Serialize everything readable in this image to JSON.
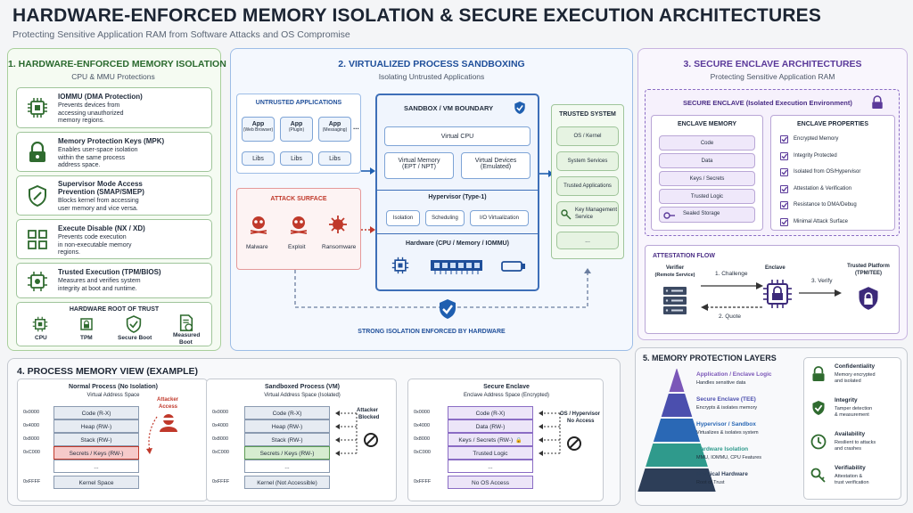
{
  "header": {
    "title": "HARDWARE-ENFORCED MEMORY ISOLATION & SECURE EXECUTION ARCHITECTURES",
    "subtitle": "Protecting Sensitive Application RAM from Software Attacks and OS Compromise"
  },
  "s1": {
    "title": "1. HARDWARE-ENFORCED MEMORY ISOLATION",
    "sub": "CPU & MMU Protections",
    "items": [
      {
        "title": "IOMMU (DMA Protection)",
        "desc": [
          "Prevents devices from",
          "accessing unauthorized",
          "memory regions."
        ]
      },
      {
        "title": "Memory Protection Keys (MPK)",
        "desc": [
          "Enables user-space isolation",
          "within the same process",
          "address space."
        ]
      },
      {
        "title": "Supervisor Mode Access",
        "title2": "Prevention (SMAP/SMEP)",
        "desc": [
          "Blocks kernel from accessing",
          "user memory and vice versa."
        ]
      },
      {
        "title": "Execute Disable (NX / XD)",
        "desc": [
          "Prevents code execution",
          "in non-executable memory",
          "regions."
        ]
      },
      {
        "title": "Trusted Execution (TPM/BIOS)",
        "desc": [
          "Measures and verifies system",
          "integrity at boot and runtime."
        ]
      }
    ],
    "rot": {
      "title": "HARDWARE ROOT OF TRUST",
      "items": [
        "CPU",
        "TPM",
        "Secure Boot",
        "Measured",
        "Boot"
      ]
    }
  },
  "s2": {
    "title": "2. VIRTUALIZED PROCESS SANDBOXING",
    "sub": "Isolating Untrusted Applications",
    "untrusted": {
      "title": "UNTRUSTED APPLICATIONS",
      "apps": [
        {
          "n": "App",
          "s": "(Web Browser)"
        },
        {
          "n": "App",
          "s": "(Plugin)"
        },
        {
          "n": "App",
          "s": "(Messaging)"
        }
      ],
      "libs": "Libs",
      "more": "..."
    },
    "attack": {
      "title": "ATTACK SURFACE",
      "items": [
        "Malware",
        "Exploit",
        "Ransomware"
      ]
    },
    "sandbox": {
      "title": "SANDBOX / VM BOUNDARY",
      "vcpu": "Virtual CPU",
      "vmem": [
        "Virtual Memory",
        "(EPT / NPT)"
      ],
      "vdev": [
        "Virtual Devices",
        "(Emulated)"
      ]
    },
    "hyper": {
      "title": "Hypervisor (Type-1)",
      "items": [
        "Isolation",
        "Scheduling",
        "I/O Virtualization"
      ]
    },
    "hw": {
      "title": "Hardware (CPU / Memory / IOMMU)"
    },
    "trusted": {
      "title": "TRUSTED SYSTEM",
      "items": [
        "OS / Kernel",
        "System Services",
        "Trusted Applications"
      ],
      "km": [
        "Key Management",
        "Service"
      ],
      "more": "..."
    },
    "footer": "STRONG ISOLATION ENFORCED BY HARDWARE"
  },
  "s3": {
    "title": "3. SECURE ENCLAVE ARCHITECTURES",
    "sub": "Protecting Sensitive Application RAM",
    "enclave": "SECURE ENCLAVE (Isolated Execution Environment)",
    "mem": {
      "title": "ENCLAVE MEMORY",
      "items": [
        "Code",
        "Data",
        "Keys / Secrets",
        "Trusted Logic",
        "Sealed Storage"
      ]
    },
    "props": {
      "title": "ENCLAVE PROPERTIES",
      "items": [
        "Encrypted Memory",
        "Integrity Protected",
        "Isolated from OS/Hypervisor",
        "Attestation & Verification",
        "Resistance to DMA/Debug",
        "Minimal Attack Surface"
      ]
    },
    "att": {
      "title": "ATTESTATION FLOW",
      "verifier": [
        "Verifier",
        "(Remote Service)"
      ],
      "challenge": "1. Challenge",
      "enclave": "Enclave",
      "quote": "2. Quote",
      "verify": "3. Verify",
      "platform": [
        "Trusted Platform",
        "(TPM/TEE)"
      ]
    }
  },
  "s4": {
    "title": "4. PROCESS MEMORY VIEW (EXAMPLE)",
    "normal": {
      "title": "Normal Process (No Isolation)",
      "sub": "Virtual Address Space",
      "addrs": [
        "0x0000",
        "0x4000",
        "0x8000",
        "0xC000",
        "0xFFFF"
      ],
      "rows": [
        "Code (R-X)",
        "Heap (RW-)",
        "Stack (RW-)",
        "Secrets / Keys (RW-)",
        "...",
        "Kernel Space"
      ],
      "attacker": [
        "Attacker",
        "Access"
      ]
    },
    "sandboxed": {
      "title": "Sandboxed Process (VM)",
      "sub": "Virtual Address Space (Isolated)",
      "addrs": [
        "0x0000",
        "0x4000",
        "0x8000",
        "0xC000",
        "0xFFFF"
      ],
      "rows": [
        "Code (R-X)",
        "Heap (RW-)",
        "Stack (RW-)",
        "Secrets / Keys (RW-)",
        "...",
        "Kernel (Not Accessible)"
      ],
      "attacker": [
        "Attacker",
        "Blocked"
      ]
    },
    "secure": {
      "title": "Secure Enclave",
      "sub": "Enclave Address Space (Encrypted)",
      "addrs": [
        "0x0000",
        "0x4000",
        "0x8000",
        "0xC000",
        "0xFFFF"
      ],
      "rows": [
        "Code (R-X)",
        "Data (RW-)",
        "Keys / Secrets (RW-)",
        "Trusted Logic",
        "...",
        "No OS Access"
      ],
      "attacker": [
        "OS / Hypervisor",
        "No Access"
      ]
    }
  },
  "s5": {
    "title": "5. MEMORY PROTECTION LAYERS",
    "layers": [
      {
        "t": "Application / Enclave Logic",
        "d": "Handles sensitive data",
        "color": "#7b57b8"
      },
      {
        "t": "Secure Enclave (TEE)",
        "d": "Encrypts & isolates memory",
        "color": "#4b4fae"
      },
      {
        "t": "Hypervisor / Sandbox",
        "d": "Virtualizes & isolates system",
        "color": "#2a68b5"
      },
      {
        "t": "Hardware Isolation",
        "d": "MMU, IOMMU, CPU Features",
        "color": "#2f9a8c"
      },
      {
        "t": "Physical Hardware",
        "d": "Root of Trust",
        "color": "#2d3e58"
      }
    ],
    "benefits": [
      {
        "t": "Confidentiality",
        "d": [
          "Memory encrypted",
          "and isolated"
        ]
      },
      {
        "t": "Integrity",
        "d": [
          "Tamper detection",
          "& measurement"
        ]
      },
      {
        "t": "Availability",
        "d": [
          "Resilient to attacks",
          "and crashes"
        ]
      },
      {
        "t": "Verifiability",
        "d": [
          "Attestation &",
          "trust verification"
        ]
      }
    ]
  }
}
